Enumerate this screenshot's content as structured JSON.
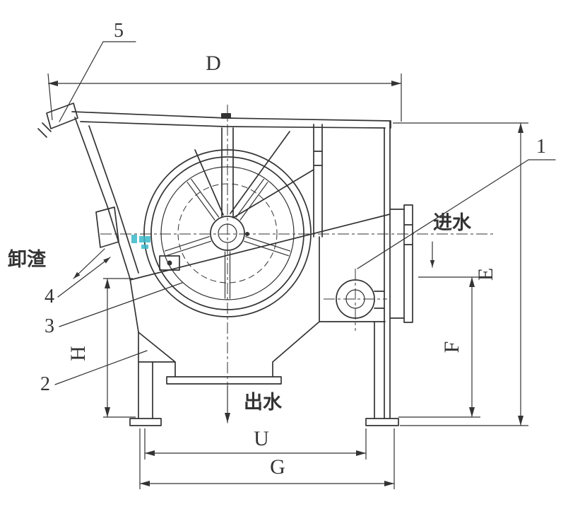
{
  "colors": {
    "line": "#333333",
    "background": "#ffffff",
    "watermark": "#3ab7c8"
  },
  "parts": {
    "p1": "1",
    "p2": "2",
    "p3": "3",
    "p4": "4",
    "p5": "5"
  },
  "dims": {
    "d": "D",
    "e": "E",
    "f": "F",
    "g": "G",
    "h": "H",
    "u": "U"
  },
  "flows": {
    "discharge": "卸渣",
    "inlet": "进水",
    "outlet": "出水"
  }
}
